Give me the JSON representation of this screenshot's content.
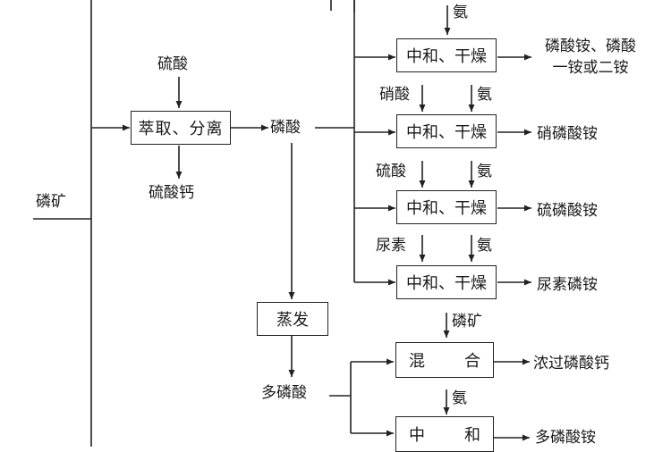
{
  "feed": {
    "raw": "磷矿"
  },
  "extraction": {
    "reagent_in": "硫酸",
    "unit": "萃取、分离",
    "byproduct": "硫酸钙",
    "product": "磷酸"
  },
  "branches": [
    {
      "reagent_in": "",
      "ammonia": "氨",
      "unit": "中和、干燥",
      "product_line1": "磷酸铵、磷酸",
      "product_line2": "一铵或二铵"
    },
    {
      "reagent_in": "硝酸",
      "ammonia": "氨",
      "unit": "中和、干燥",
      "product_line1": "硝磷酸铵"
    },
    {
      "reagent_in": "硫酸",
      "ammonia": "氨",
      "unit": "中和、干燥",
      "product_line1": "硫磷酸铵"
    },
    {
      "reagent_in": "尿素",
      "ammonia": "氨",
      "unit": "中和、干燥",
      "product_line1": "尿素磷铵"
    }
  ],
  "evaporation": {
    "unit": "蒸发",
    "product": "多磷酸"
  },
  "poly_branches": [
    {
      "reagent_in": "磷矿",
      "unit_left": "混",
      "unit_right": "合",
      "product": "浓过磷酸钙"
    },
    {
      "reagent_in": "氨",
      "unit_left": "中",
      "unit_right": "和",
      "product": "多磷酸铵"
    }
  ]
}
